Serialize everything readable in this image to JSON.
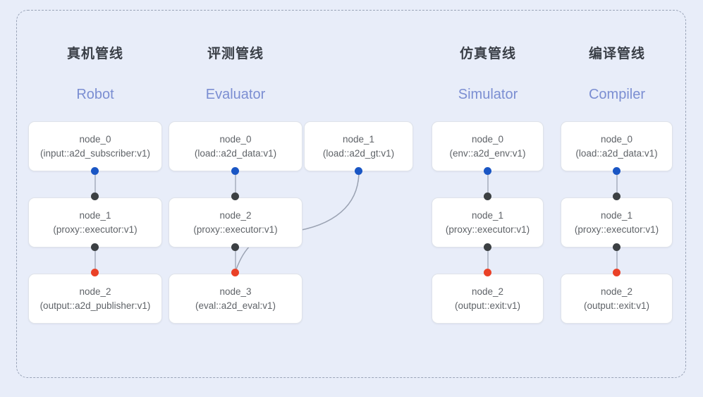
{
  "diagram": {
    "frame_label": "pipeline-canvas",
    "background_color": "#e8edf9",
    "frame_border_color": "#9aa4b8",
    "port_colors": {
      "input": "#1a56c4",
      "middle": "#3c4043",
      "output": "#ea4127"
    },
    "edge_color": "#b6bdcc"
  },
  "columns": [
    {
      "id": "robot",
      "title_cn": "真机管线",
      "title_en": "Robot",
      "nodes": [
        {
          "name": "node_0",
          "type": "(input::a2d_subscriber:v1)"
        },
        {
          "name": "node_1",
          "type": "(proxy::executor:v1)"
        },
        {
          "name": "node_2",
          "type": "(output::a2d_publisher:v1)"
        }
      ]
    },
    {
      "id": "evaluator",
      "title_cn": "评测管线",
      "title_en": "Evaluator",
      "nodes": [
        {
          "name": "node_0",
          "type": "(load::a2d_data:v1)"
        },
        {
          "name": "node_1",
          "type": "(load::a2d_gt:v1)"
        },
        {
          "name": "node_2",
          "type": "(proxy::executor:v1)"
        },
        {
          "name": "node_3",
          "type": "(eval::a2d_eval:v1)"
        }
      ]
    },
    {
      "id": "simulator",
      "title_cn": "仿真管线",
      "title_en": "Simulator",
      "nodes": [
        {
          "name": "node_0",
          "type": "(env::a2d_env:v1)"
        },
        {
          "name": "node_1",
          "type": "(proxy::executor:v1)"
        },
        {
          "name": "node_2",
          "type": "(output::exit:v1)"
        }
      ]
    },
    {
      "id": "compiler",
      "title_cn": "编译管线",
      "title_en": "Compiler",
      "nodes": [
        {
          "name": "node_0",
          "type": "(load::a2d_data:v1)"
        },
        {
          "name": "node_1",
          "type": "(proxy::executor:v1)"
        },
        {
          "name": "node_2",
          "type": "(output::exit:v1)"
        }
      ]
    }
  ]
}
